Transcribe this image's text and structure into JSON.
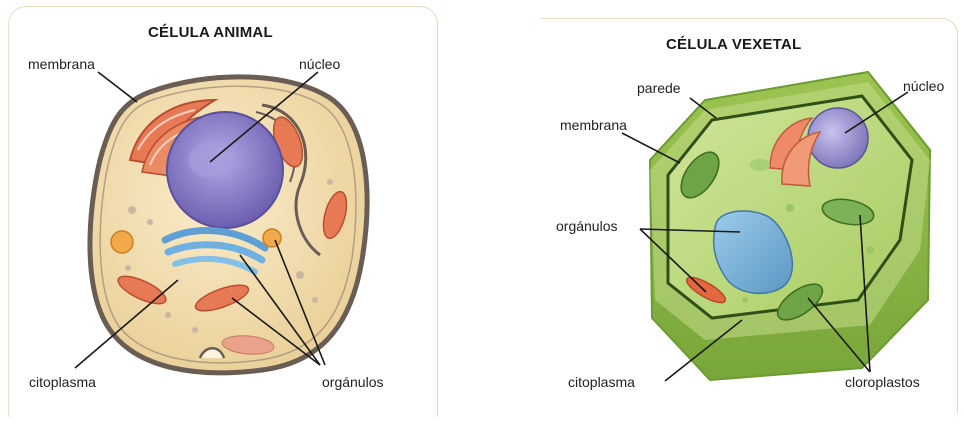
{
  "animal_cell": {
    "title": "CÉLULA ANIMAL",
    "labels": {
      "membrane": "membrana",
      "nucleus": "núcleo",
      "cytoplasm": "citoplasma",
      "organelles": "orgánulos"
    }
  },
  "plant_cell": {
    "title": "CÉLULA VEXETAL",
    "labels": {
      "wall": "parede",
      "membrane": "membrana",
      "nucleus": "núcleo",
      "organelles": "orgánulos",
      "cytoplasm": "citoplasma",
      "chloroplasts": "cloroplastos"
    }
  },
  "colors": {
    "animal_cytoplasm": "#f3dfb0",
    "animal_membrane": "#6a5d54",
    "nucleus": "#8f84c8",
    "mitochondria": "#e77a55",
    "golgi": "#5e9fd6",
    "plant_cytoplasm": "#b9d77a",
    "plant_wall": "#7fae3f",
    "vacuole": "#7fb6dc",
    "chloroplast": "#5f9a3a"
  }
}
